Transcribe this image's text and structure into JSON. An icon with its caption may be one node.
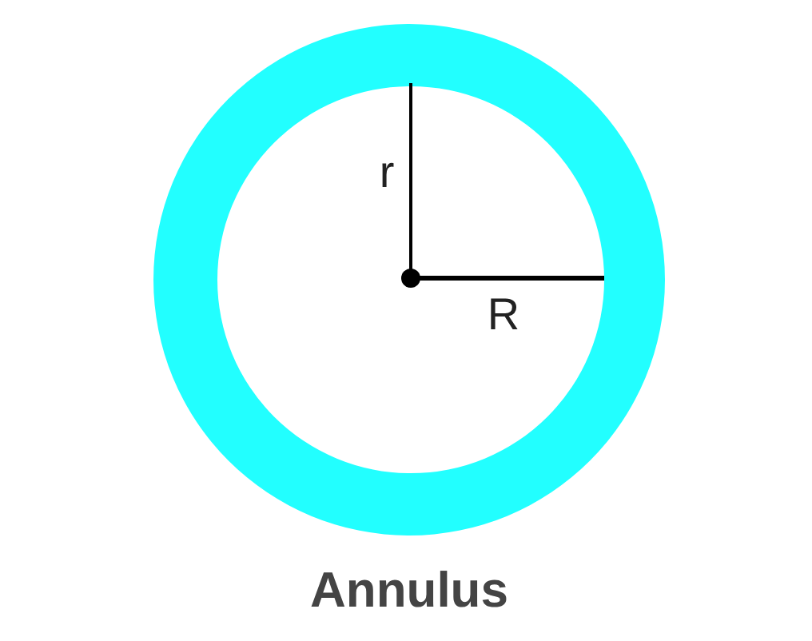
{
  "diagram": {
    "caption": "Annulus",
    "labels": [
      "r",
      "R"
    ]
  }
}
